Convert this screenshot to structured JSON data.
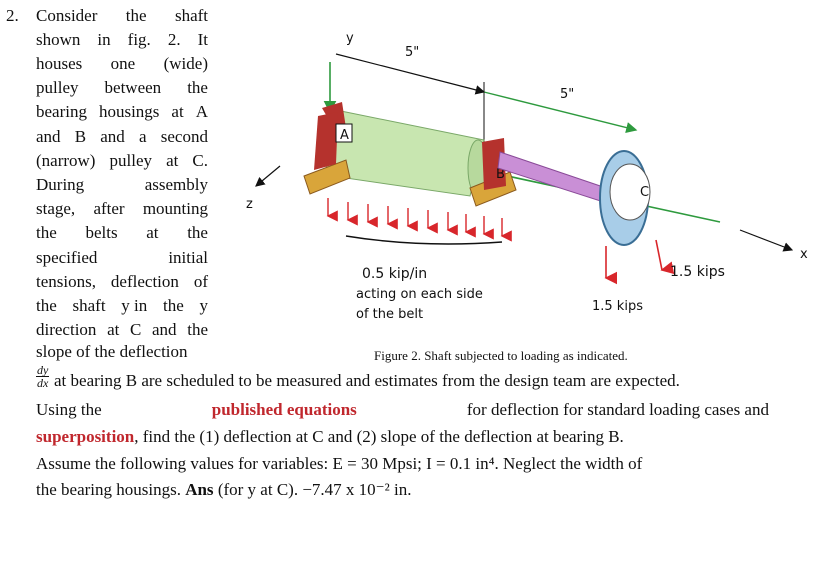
{
  "question": {
    "number": "2.",
    "left_lines": [
      [
        "Consider",
        "the",
        "shaft"
      ],
      [
        "shown",
        "in",
        "fig.",
        "2.",
        "It"
      ],
      [
        "houses",
        "one",
        "(wide)"
      ],
      [
        "pulley",
        "between",
        "the"
      ],
      [
        "bearing",
        "housings",
        "at",
        "A"
      ],
      [
        "and",
        "B",
        "and",
        "a",
        "second"
      ],
      [
        "(narrow)",
        "pulley",
        "at",
        "C."
      ],
      [
        "During",
        "assembly"
      ],
      [
        "stage,",
        "after",
        "mounting"
      ],
      [
        "the",
        "belts",
        "at",
        "the"
      ],
      [
        "specified",
        "initial"
      ],
      [
        "tensions,",
        "deflection",
        "of"
      ],
      [
        "the",
        "shaft",
        "y in",
        "the",
        "y"
      ],
      [
        "direction",
        "at",
        "C",
        "and",
        "the"
      ]
    ],
    "slope_line": "slope of the deflection",
    "frac_num": "dy",
    "frac_den": "dx",
    "line_after_frac": "at bearing B are scheduled to be measured and estimates from the design team are expected.",
    "line_using_a": "Using the",
    "line_using_red": "published equations",
    "line_using_b": "for deflection for standard loading cases and",
    "superposition": "superposition",
    "line_super_b": ", find the (1) deflection at C and (2) slope of the deflection at bearing B.",
    "assume": "Assume the following values for variables: E = 30 Mpsi; I = 0.1 in⁴. Neglect the width of",
    "housings": "the bearing housings.",
    "ans_label": "Ans",
    "ans_text": "(for y at C). −7.47 x 10⁻² in."
  },
  "figure": {
    "caption": "Figure 2. Shaft subjected to loading as indicated.",
    "label_y": "y",
    "label_z": "z",
    "label_x": "x",
    "label_A": "A",
    "label_B": "B",
    "label_C": "C",
    "dim1": "5\"",
    "dim2": "5\"",
    "load_line1": "0.5 kip/in",
    "load_line2": "acting on each side",
    "load_line3": "of the belt",
    "force1": "1.5 kips",
    "force2": "1.5 kips",
    "colors": {
      "pulley_green": "#c8e6b0",
      "shaft_purple": "#c98fd6",
      "pulley_blue": "#a8cde8",
      "housing_red": "#b5322d",
      "housing_yellow": "#d9a53a",
      "arrow_red": "#d8262b",
      "line_green": "#2e9a3e"
    }
  }
}
